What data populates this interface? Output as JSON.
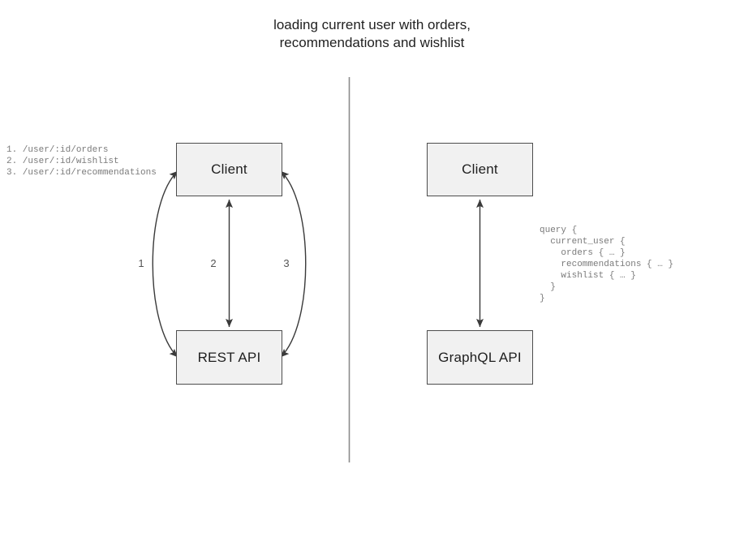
{
  "diagram": {
    "title": "loading current user with orders,\nrecommendations and wishlist",
    "divider": {
      "color": "#8c8c8c"
    },
    "rest_side": {
      "endpoints": "1. /user/:id/orders\n2. /user/:id/wishlist\n3. /user/:id/recommendations",
      "nodes": {
        "client": "Client",
        "api": "REST API"
      },
      "edges": [
        {
          "label": "1",
          "shape": "curve-left",
          "arrowheads": "both"
        },
        {
          "label": "2",
          "shape": "straight",
          "arrowheads": "both"
        },
        {
          "label": "3",
          "shape": "curve-right",
          "arrowheads": "both"
        }
      ]
    },
    "graphql_side": {
      "nodes": {
        "client": "Client",
        "api": "GraphQL API"
      },
      "query": "query {\n  current_user {\n    orders { … }\n    recommendations { … }\n    wishlist { … }\n  }\n}",
      "edges": [
        {
          "label": "",
          "shape": "straight",
          "arrowheads": "both"
        }
      ]
    },
    "colors": {
      "node_fill": "#f1f1f1",
      "node_stroke": "#4d4d4d",
      "edge_stroke": "#3a3a3a",
      "code_text": "#7a7a7a",
      "title_text": "#1f1f1f"
    }
  }
}
